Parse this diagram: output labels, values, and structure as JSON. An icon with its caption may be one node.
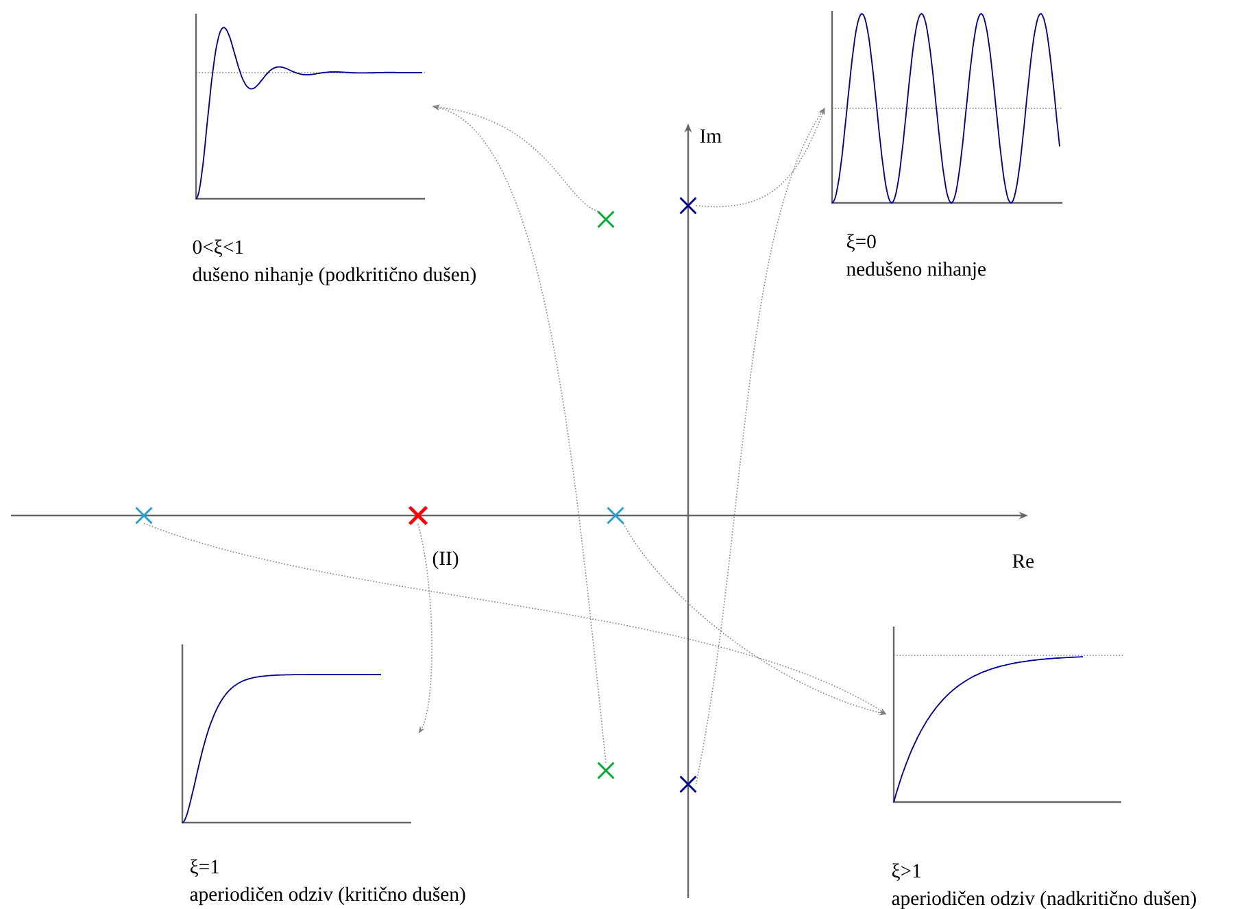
{
  "diagram": {
    "nodes": [
      {
        "text": [],
        "shape": "picture",
        "beside": [
          "0<ξ<1",
          "dušeno nihanje (podkritično dušen)"
        ]
      },
      {
        "text": [],
        "shape": "picture",
        "beside": [
          "ξ=0",
          "nedušeno nihanje"
        ]
      },
      {
        "text": [],
        "shape": "picture",
        "beside": [
          "ξ=1",
          "aperiodičen odziv (kritično dušen)"
        ]
      },
      {
        "text": [],
        "shape": "picture",
        "beside": [
          "ξ>1",
          "aperiodičen odziv (nadkritično dušen)"
        ]
      },
      {
        "text": [],
        "shape": "cross"
      },
      {
        "text": [],
        "shape": "cross"
      },
      {
        "text": [],
        "shape": "cross"
      },
      {
        "text": [],
        "shape": "cross",
        "beside": [
          "(II)"
        ]
      },
      {
        "text": [],
        "shape": "cross"
      },
      {
        "text": [],
        "shape": "cross"
      },
      {
        "text": [],
        "shape": "cross"
      }
    ],
    "edges": [
      {
        "from": 4,
        "to": 0,
        "arrow": "to"
      },
      {
        "from": 9,
        "to": 0,
        "arrow": "to"
      },
      {
        "from": 5,
        "to": 1,
        "arrow": "to"
      },
      {
        "from": 10,
        "to": 1,
        "arrow": "to"
      },
      {
        "from": 7,
        "to": 2,
        "arrow": "to"
      },
      {
        "from": 6,
        "to": 3,
        "arrow": "to"
      },
      {
        "from": 8,
        "to": 3,
        "arrow": "to"
      }
    ],
    "labels": [
      "Im",
      "Re"
    ]
  }
}
